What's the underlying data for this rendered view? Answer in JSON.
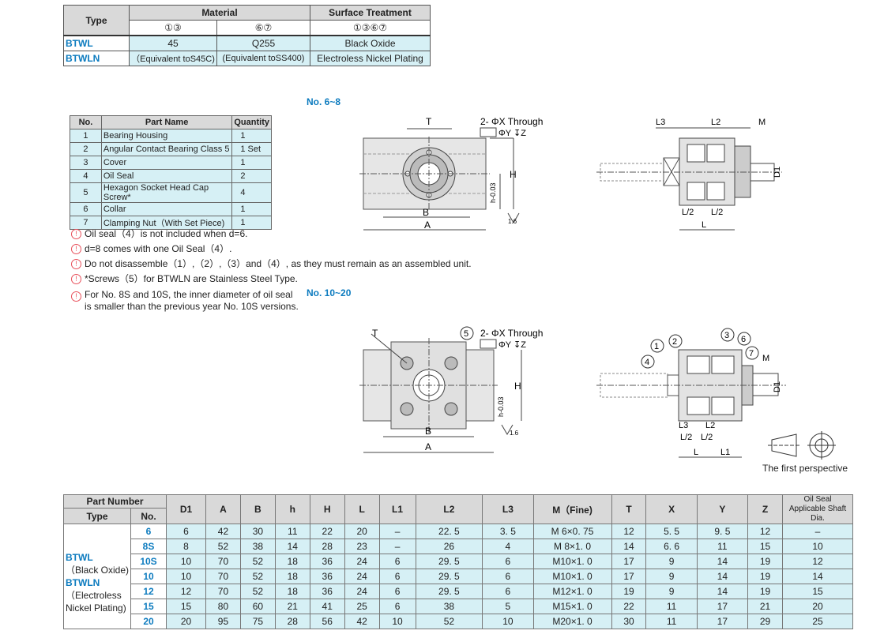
{
  "material_table": {
    "type_header": "Type",
    "material_header": "Material",
    "surface_header": "Surface Treatment",
    "material_cols": [
      {
        "parts": "①③"
      },
      {
        "parts": "⑥⑦"
      }
    ],
    "surface_parts": "①③⑥⑦",
    "rows": [
      {
        "type": "BTWL",
        "m1": "45",
        "m2": "Q255",
        "surface": "Black Oxide"
      },
      {
        "type": "BTWLN",
        "m1": "（Equivalent toS45C)",
        "m2": "(Equivalent toSS400)",
        "surface": "Electroless Nickel Plating"
      }
    ]
  },
  "parts_table": {
    "headers": [
      "No.",
      "Part Name",
      "Quantity"
    ],
    "rows": [
      {
        "no": "1",
        "name": "Bearing Housing",
        "qty": "1"
      },
      {
        "no": "2",
        "name": "Angular Contact Bearing Class 5",
        "qty": "1  Set"
      },
      {
        "no": "3",
        "name": "Cover",
        "qty": "1"
      },
      {
        "no": "4",
        "name": "Oil Seal",
        "qty": "2"
      },
      {
        "no": "5",
        "name": "Hexagon Socket Head Cap Screw*",
        "qty": "4"
      },
      {
        "no": "6",
        "name": "Collar",
        "qty": "1"
      },
      {
        "no": "7",
        "name": "Clamping Nut（With Set Piece)",
        "qty": "1"
      }
    ]
  },
  "notes": [
    "Oil seal（4）is not included when d=6.",
    "d=8 comes with one Oil Seal（4）.",
    "Do not disassemble（1）,（2）,（3）and（4）, as they must remain as an assembled unit.",
    "*Screws（5）for BTWLN are Stainless Steel Type.",
    "For No. 8S and 10S,  the inner diameter of oil seal is smaller than the previous year No. 10S versions."
  ],
  "sections": {
    "small": "No. 6~8",
    "large": "No. 10~20"
  },
  "drawing_labels": {
    "T": "T",
    "through": "2- ΦX Through",
    "tol": "ΦY ↧Z",
    "H": "H",
    "h": "h-0.03",
    "zero": "0",
    "B": "B",
    "A": "A",
    "L3": "L3",
    "L2": "L2",
    "M": "M",
    "D1": "D1",
    "Lh": "L/2",
    "L": "L",
    "L1": "L1",
    "rough": "1.6",
    "circ": [
      "1",
      "2",
      "3",
      "4",
      "5",
      "6",
      "7"
    ]
  },
  "perspective": "The first perspective",
  "main_table": {
    "part_number": "Part Number",
    "type": "Type",
    "no": "No.",
    "cols": [
      "D1",
      "A",
      "B",
      "h",
      "H",
      "L",
      "L1",
      "L2",
      "L3",
      "M（Fine)",
      "T",
      "X",
      "Y",
      "Z"
    ],
    "oil_seal_header": [
      "Oil Seal",
      "Applicable Shaft Dia."
    ],
    "type_lines": [
      {
        "text": "BTWL",
        "blue": true
      },
      {
        "text": "（Black Oxide)",
        "blue": false
      },
      {
        "text": "BTWLN",
        "blue": true
      },
      {
        "text": "（Electroless",
        "blue": false
      },
      {
        "text": "Nickel Plating)",
        "blue": false
      }
    ],
    "rows": [
      {
        "no": "6",
        "vals": [
          "6",
          "42",
          "30",
          "11",
          "22",
          "20",
          "–",
          "22. 5",
          "3. 5",
          "M 6×0. 75",
          "12",
          "5. 5",
          "9. 5",
          "12",
          "–"
        ]
      },
      {
        "no": "8S",
        "vals": [
          "8",
          "52",
          "38",
          "14",
          "28",
          "23",
          "–",
          "26",
          "4",
          "M 8×1. 0",
          "14",
          "6. 6",
          "11",
          "15",
          "10"
        ]
      },
      {
        "no": "10S",
        "vals": [
          "10",
          "70",
          "52",
          "18",
          "36",
          "24",
          "6",
          "29. 5",
          "6",
          "M10×1. 0",
          "17",
          "9",
          "14",
          "19",
          "12"
        ]
      },
      {
        "no": "10",
        "vals": [
          "10",
          "70",
          "52",
          "18",
          "36",
          "24",
          "6",
          "29. 5",
          "6",
          "M10×1. 0",
          "17",
          "9",
          "14",
          "19",
          "14"
        ]
      },
      {
        "no": "12",
        "vals": [
          "12",
          "70",
          "52",
          "18",
          "36",
          "24",
          "6",
          "29. 5",
          "6",
          "M12×1. 0",
          "19",
          "9",
          "14",
          "19",
          "15"
        ]
      },
      {
        "no": "15",
        "vals": [
          "15",
          "80",
          "60",
          "21",
          "41",
          "25",
          "6",
          "38",
          "5",
          "M15×1. 0",
          "22",
          "11",
          "17",
          "21",
          "20"
        ]
      },
      {
        "no": "20",
        "vals": [
          "20",
          "95",
          "75",
          "28",
          "56",
          "42",
          "10",
          "52",
          "10",
          "M20×1. 0",
          "30",
          "11",
          "17",
          "29",
          "25"
        ]
      }
    ]
  }
}
